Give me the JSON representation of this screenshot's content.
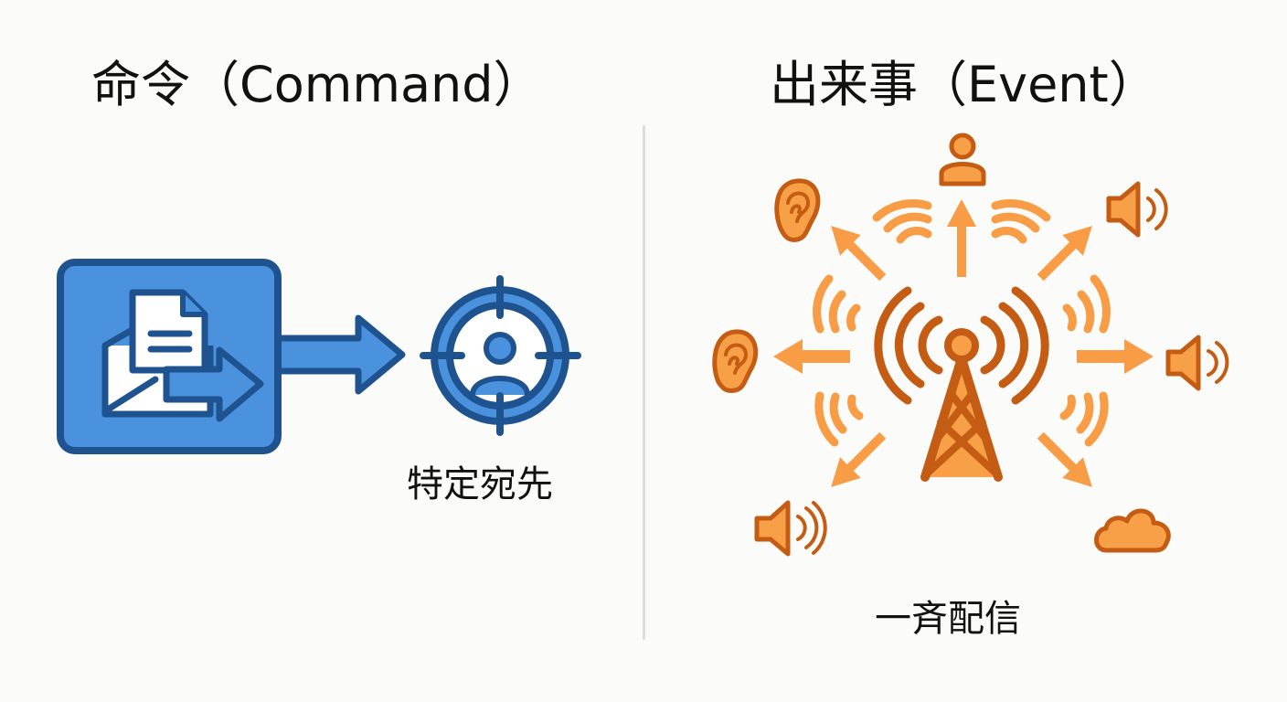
{
  "left_panel": {
    "title": "命令（Command）",
    "caption": "特定宛先",
    "icons": [
      "envelope-with-document-icon",
      "send-arrow-icon",
      "target-person-icon"
    ],
    "colors": {
      "fill": "#4a92dd",
      "stroke": "#1f5390",
      "light": "#ffffff"
    }
  },
  "right_panel": {
    "title": "出来事（Event）",
    "caption": "一斉配信",
    "icons": [
      "broadcast-tower-icon",
      "person-icon",
      "ear-icon",
      "speaker-icon",
      "cloud-icon",
      "radio-wave-icon",
      "arrow-icon"
    ],
    "colors": {
      "fill": "#f7a048",
      "stroke": "#c45c14",
      "arrow": "#f89c45"
    }
  },
  "divider": {
    "color": "#dcdcdf"
  }
}
